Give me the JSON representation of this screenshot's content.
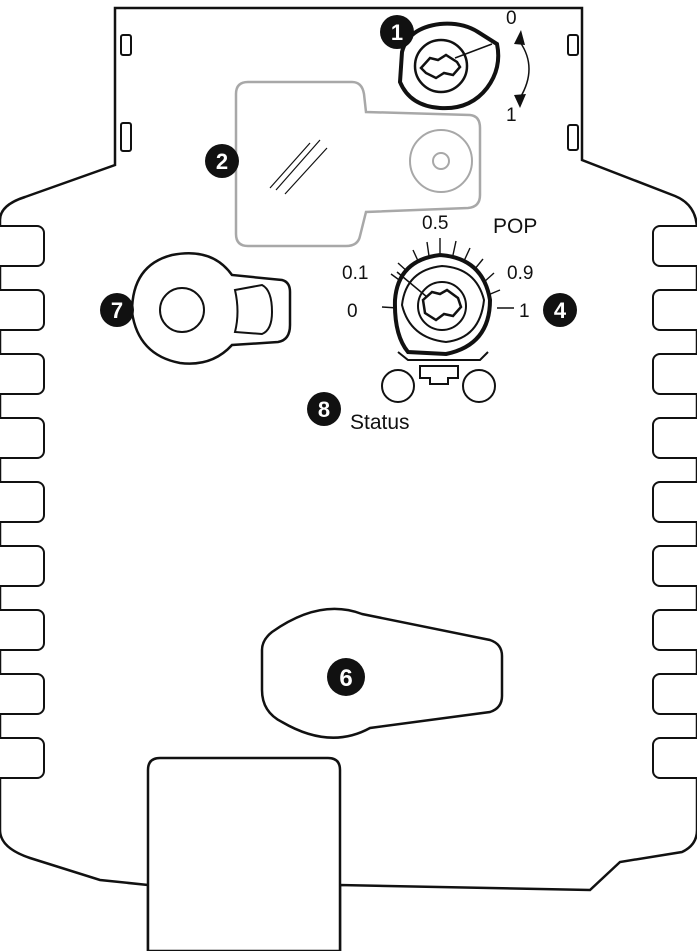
{
  "diagram": {
    "title": "",
    "callouts": {
      "c1": "1",
      "c2": "2",
      "c4": "4",
      "c6": "6",
      "c7": "7",
      "c8": "8"
    },
    "switch": {
      "label_0": "0",
      "label_1": "1"
    },
    "pop_dial": {
      "title": "POP",
      "scale": {
        "s0": "0",
        "s01": "0.1",
        "s05": "0.5",
        "s09": "0.9",
        "s1": "1"
      }
    },
    "status": {
      "label": "Status"
    },
    "colors": {
      "outline": "#111111",
      "window_outline": "#a8a8a8",
      "background": "#ffffff"
    }
  }
}
